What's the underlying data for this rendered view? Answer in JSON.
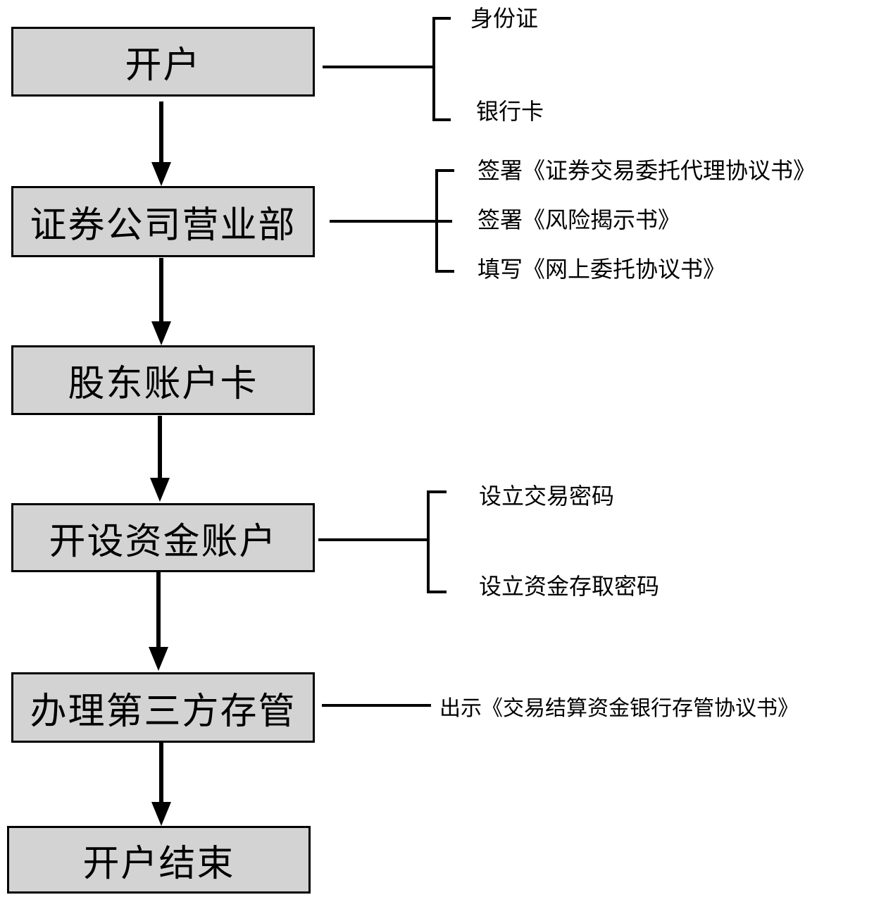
{
  "steps": [
    {
      "label": "开户"
    },
    {
      "label": "证券公司营业部"
    },
    {
      "label": "股东账户卡"
    },
    {
      "label": "开设资金账户"
    },
    {
      "label": "办理第三方存管"
    },
    {
      "label": "开户结束"
    }
  ],
  "notes": {
    "open_account": [
      "身份证",
      "银行卡"
    ],
    "brokerage_branch": [
      "签署《证券交易委托代理协议书》",
      "签署《风险揭示书》",
      "填写《网上委托协议书》"
    ],
    "fund_account": [
      "设立交易密码",
      "设立资金存取密码"
    ],
    "third_party_custody": [
      "出示《交易结算资金银行存管协议书》"
    ]
  },
  "colors": {
    "box_fill": "#d3d3d3",
    "line": "#000000"
  }
}
